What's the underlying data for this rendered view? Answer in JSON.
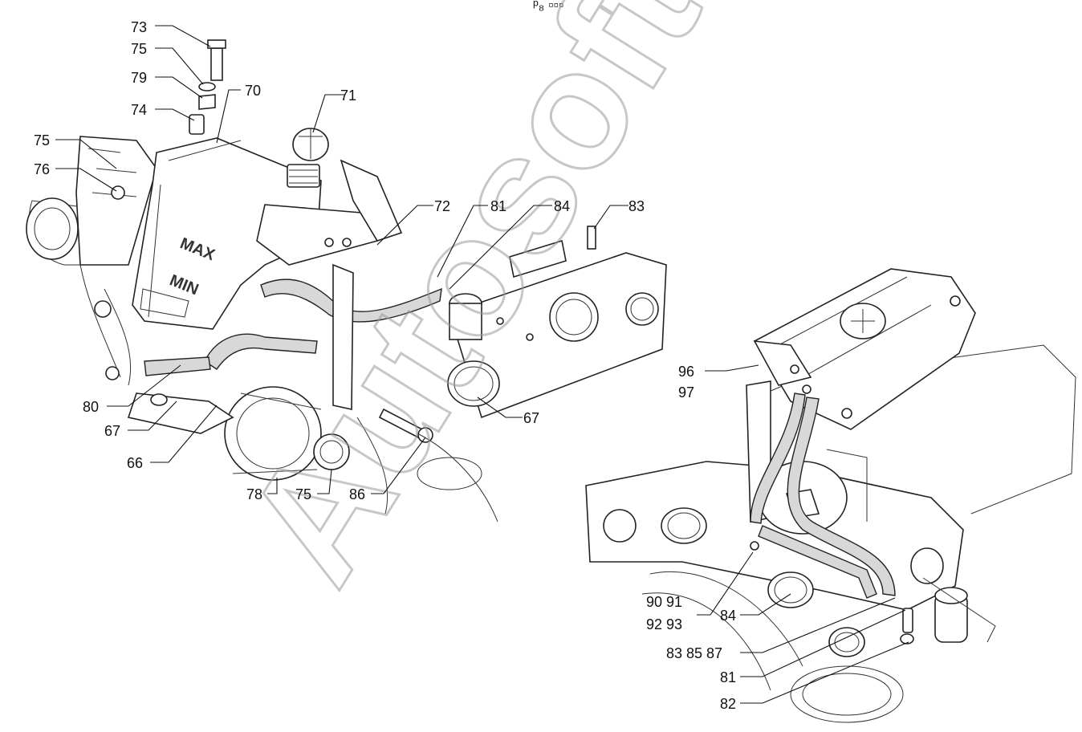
{
  "header_mark": "ᵖ₈ ▫▫▫",
  "watermark": "Autosoft",
  "embossed": {
    "max": "MAX",
    "min": "MIN"
  },
  "callouts": [
    "73",
    "75",
    "79",
    "74",
    "75",
    "76",
    "70",
    "71",
    "72",
    "81",
    "84",
    "83",
    "80",
    "67",
    "66",
    "78",
    "75",
    "86",
    "67",
    "96",
    "97",
    "90 91",
    "92 93",
    "84",
    "83 85 87",
    "81",
    "82"
  ]
}
